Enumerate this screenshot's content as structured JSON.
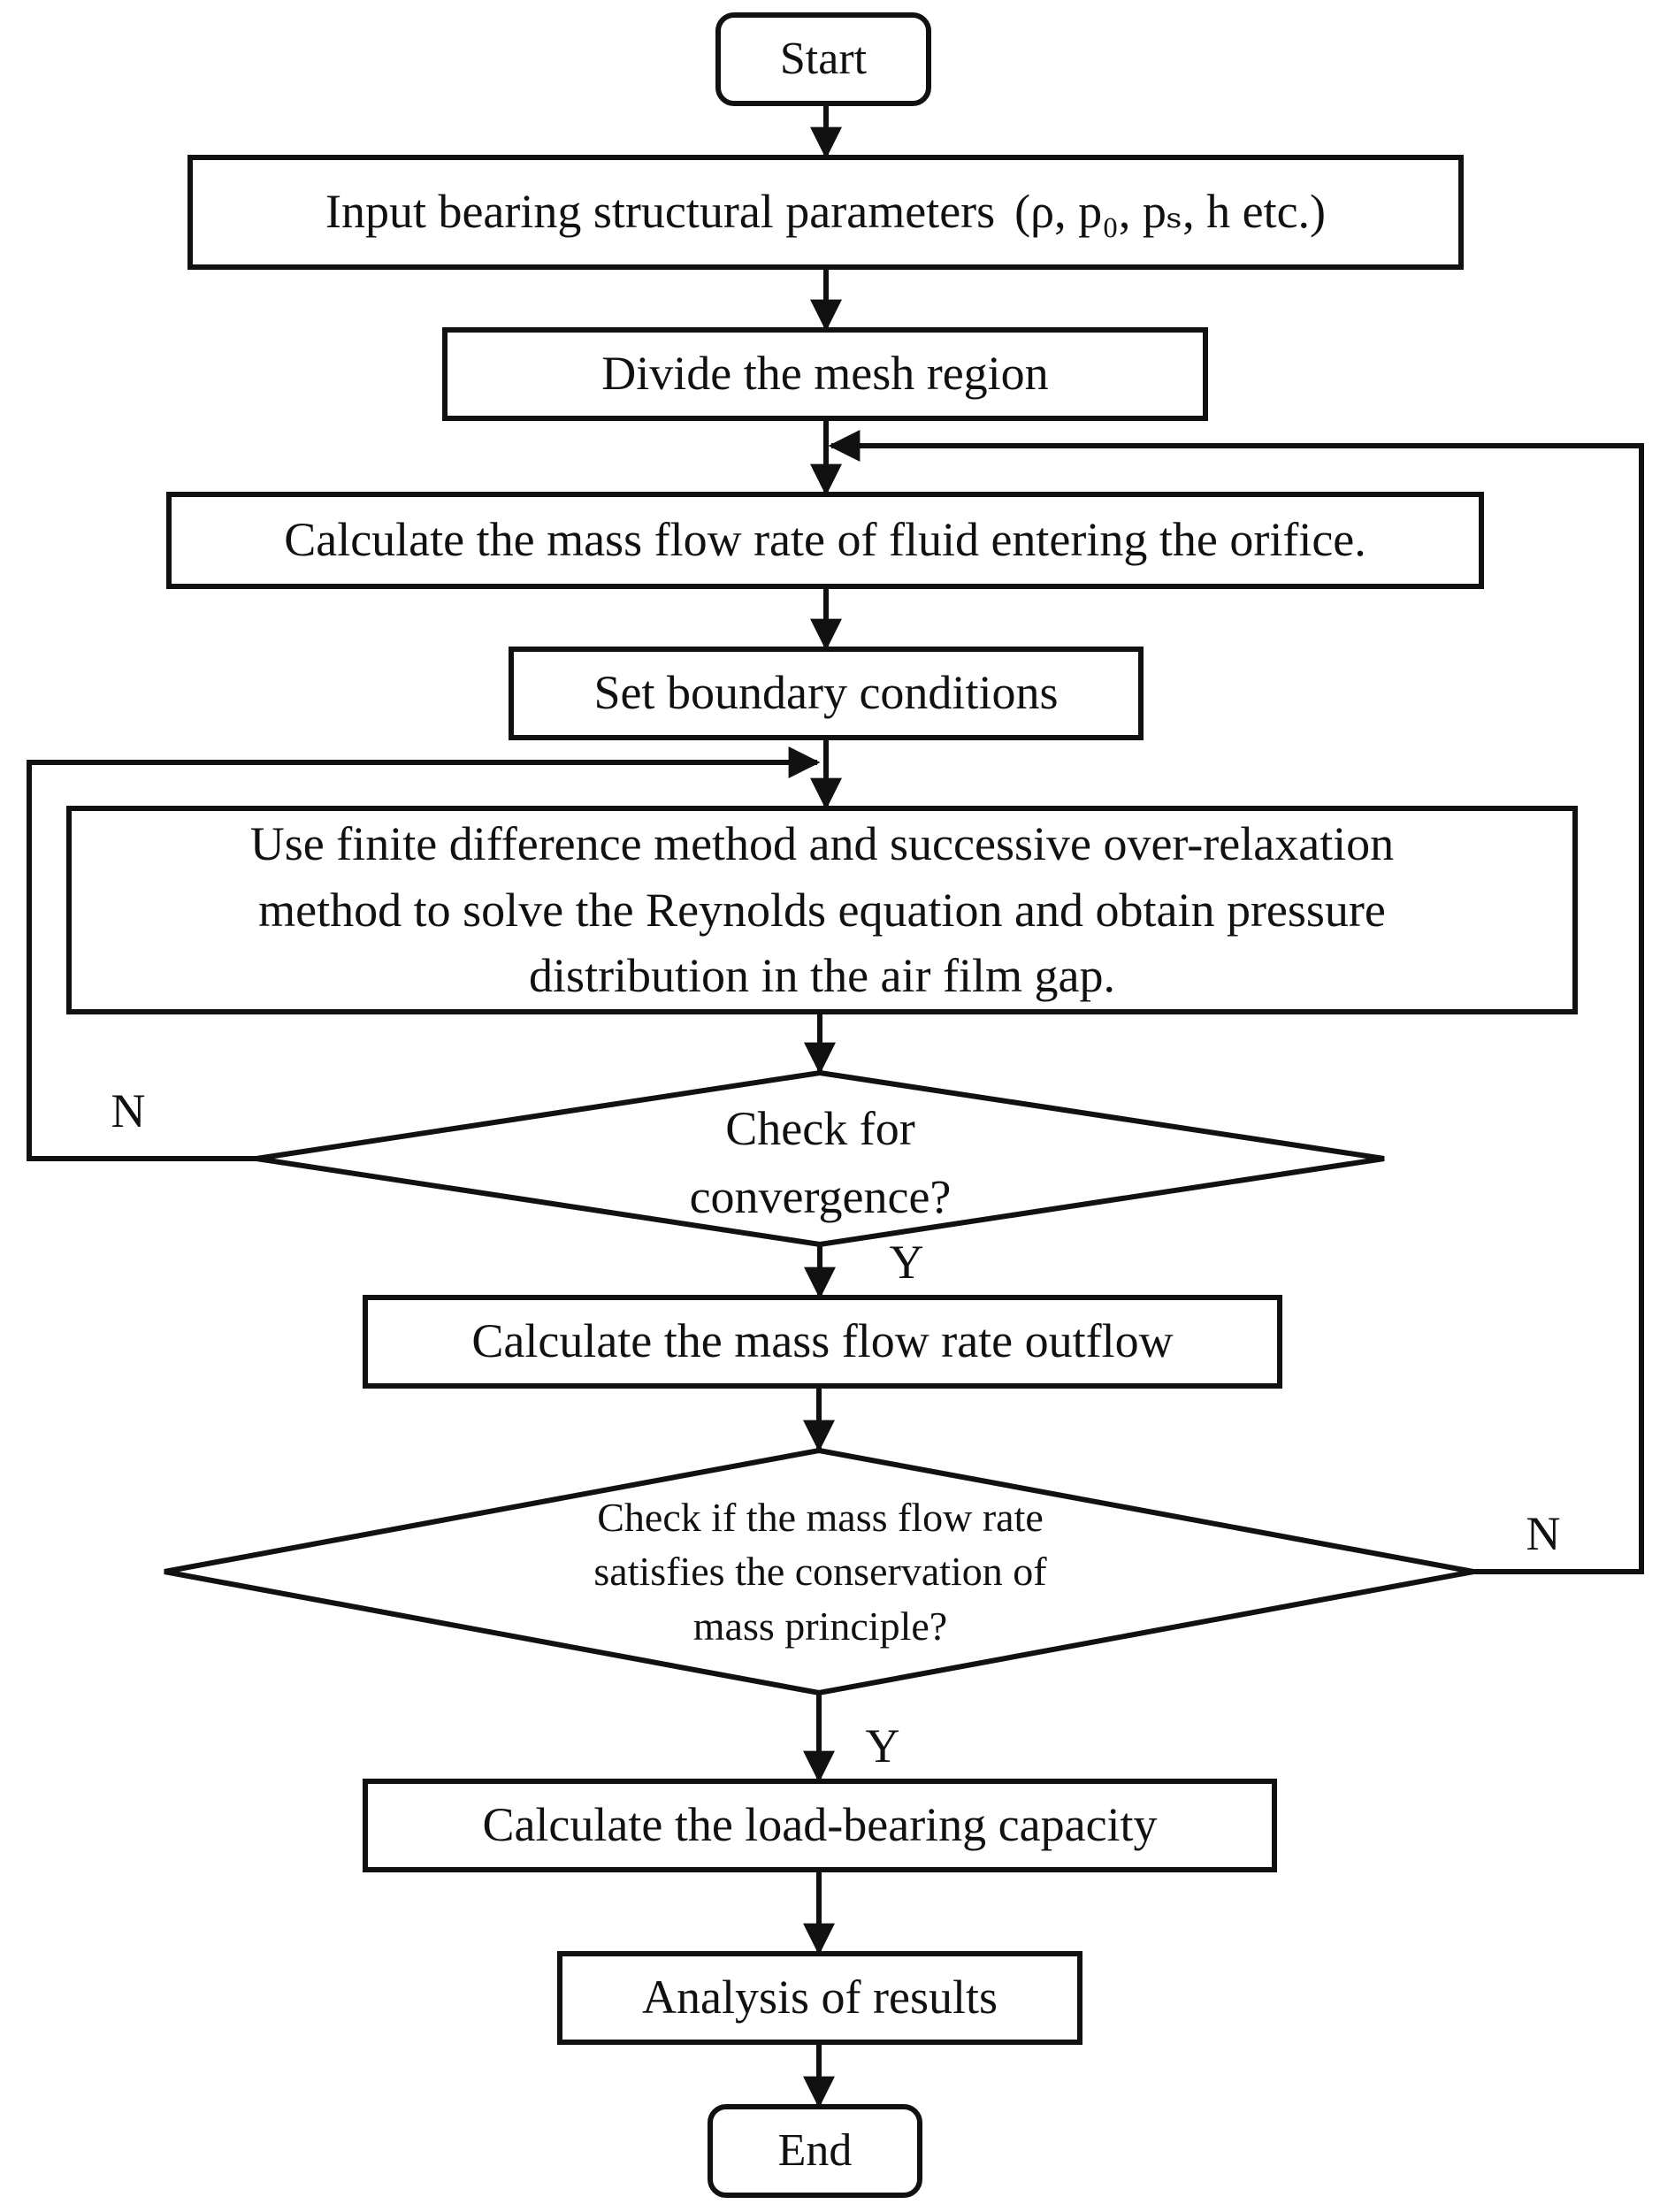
{
  "flowchart": {
    "start": "Start",
    "input_text": "Input bearing structural parameters",
    "input_params": "(ρ, p₀, pₛ, h etc.)",
    "mesh": "Divide the mesh region",
    "mass_in": "Calculate the mass flow rate of fluid entering the orifice.",
    "boundary": "Set boundary conditions",
    "solve": [
      "Use finite difference method and successive over-relaxation",
      "method to solve the Reynolds equation and obtain pressure",
      "distribution in the air film gap."
    ],
    "convergence": [
      "Check for",
      "convergence?"
    ],
    "mass_out": "Calculate the mass flow rate outflow",
    "conservation": [
      "Check if the mass flow rate",
      "satisfies the conservation of",
      "mass principle?"
    ],
    "load": "Calculate the load-bearing capacity",
    "analysis": "Analysis of results",
    "end": "End",
    "yes_label": "Y",
    "no_label": "N"
  },
  "colors": {
    "stroke": "#111111",
    "background": "#ffffff"
  }
}
